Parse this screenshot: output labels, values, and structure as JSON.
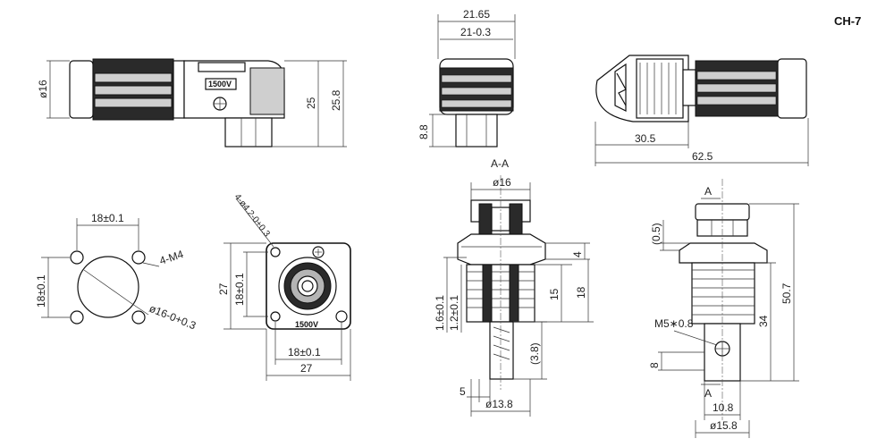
{
  "model": "CH-7",
  "section_label": "A-A",
  "rating_label": "1500V",
  "views": {
    "side": {
      "d1": "ø16",
      "d2": "25",
      "d3": "25.8"
    },
    "top": {
      "d1": "21.65",
      "d2": "21-0.3",
      "d3": "8.8"
    },
    "back": {
      "d1": "30.5",
      "d2": "62.5"
    },
    "pattern": {
      "d1": "18±0.1",
      "d2": "18±0.1",
      "d3": "4-M4",
      "d4": "ø16-0+0.3"
    },
    "front": {
      "d1": "4-ø4.2-0+0.3",
      "d2": "27",
      "d3": "18±0.1",
      "d4": "18±0.1",
      "d5": "27"
    },
    "section": {
      "d1": "ø16",
      "d2": "4",
      "d3": "15",
      "d4": "18",
      "d5": "1.6±0.1",
      "d6": "1.2±0.1",
      "d7": "(3.8)",
      "d8": "5",
      "d9": "ø13.8"
    },
    "profile": {
      "d1": "A",
      "d2": "(0.5)",
      "d3": "50.7",
      "d4": "34",
      "d5": "M5∗0.8",
      "d6": "8",
      "d7": "A",
      "d8": "10.8",
      "d9": "ø15.8"
    }
  }
}
